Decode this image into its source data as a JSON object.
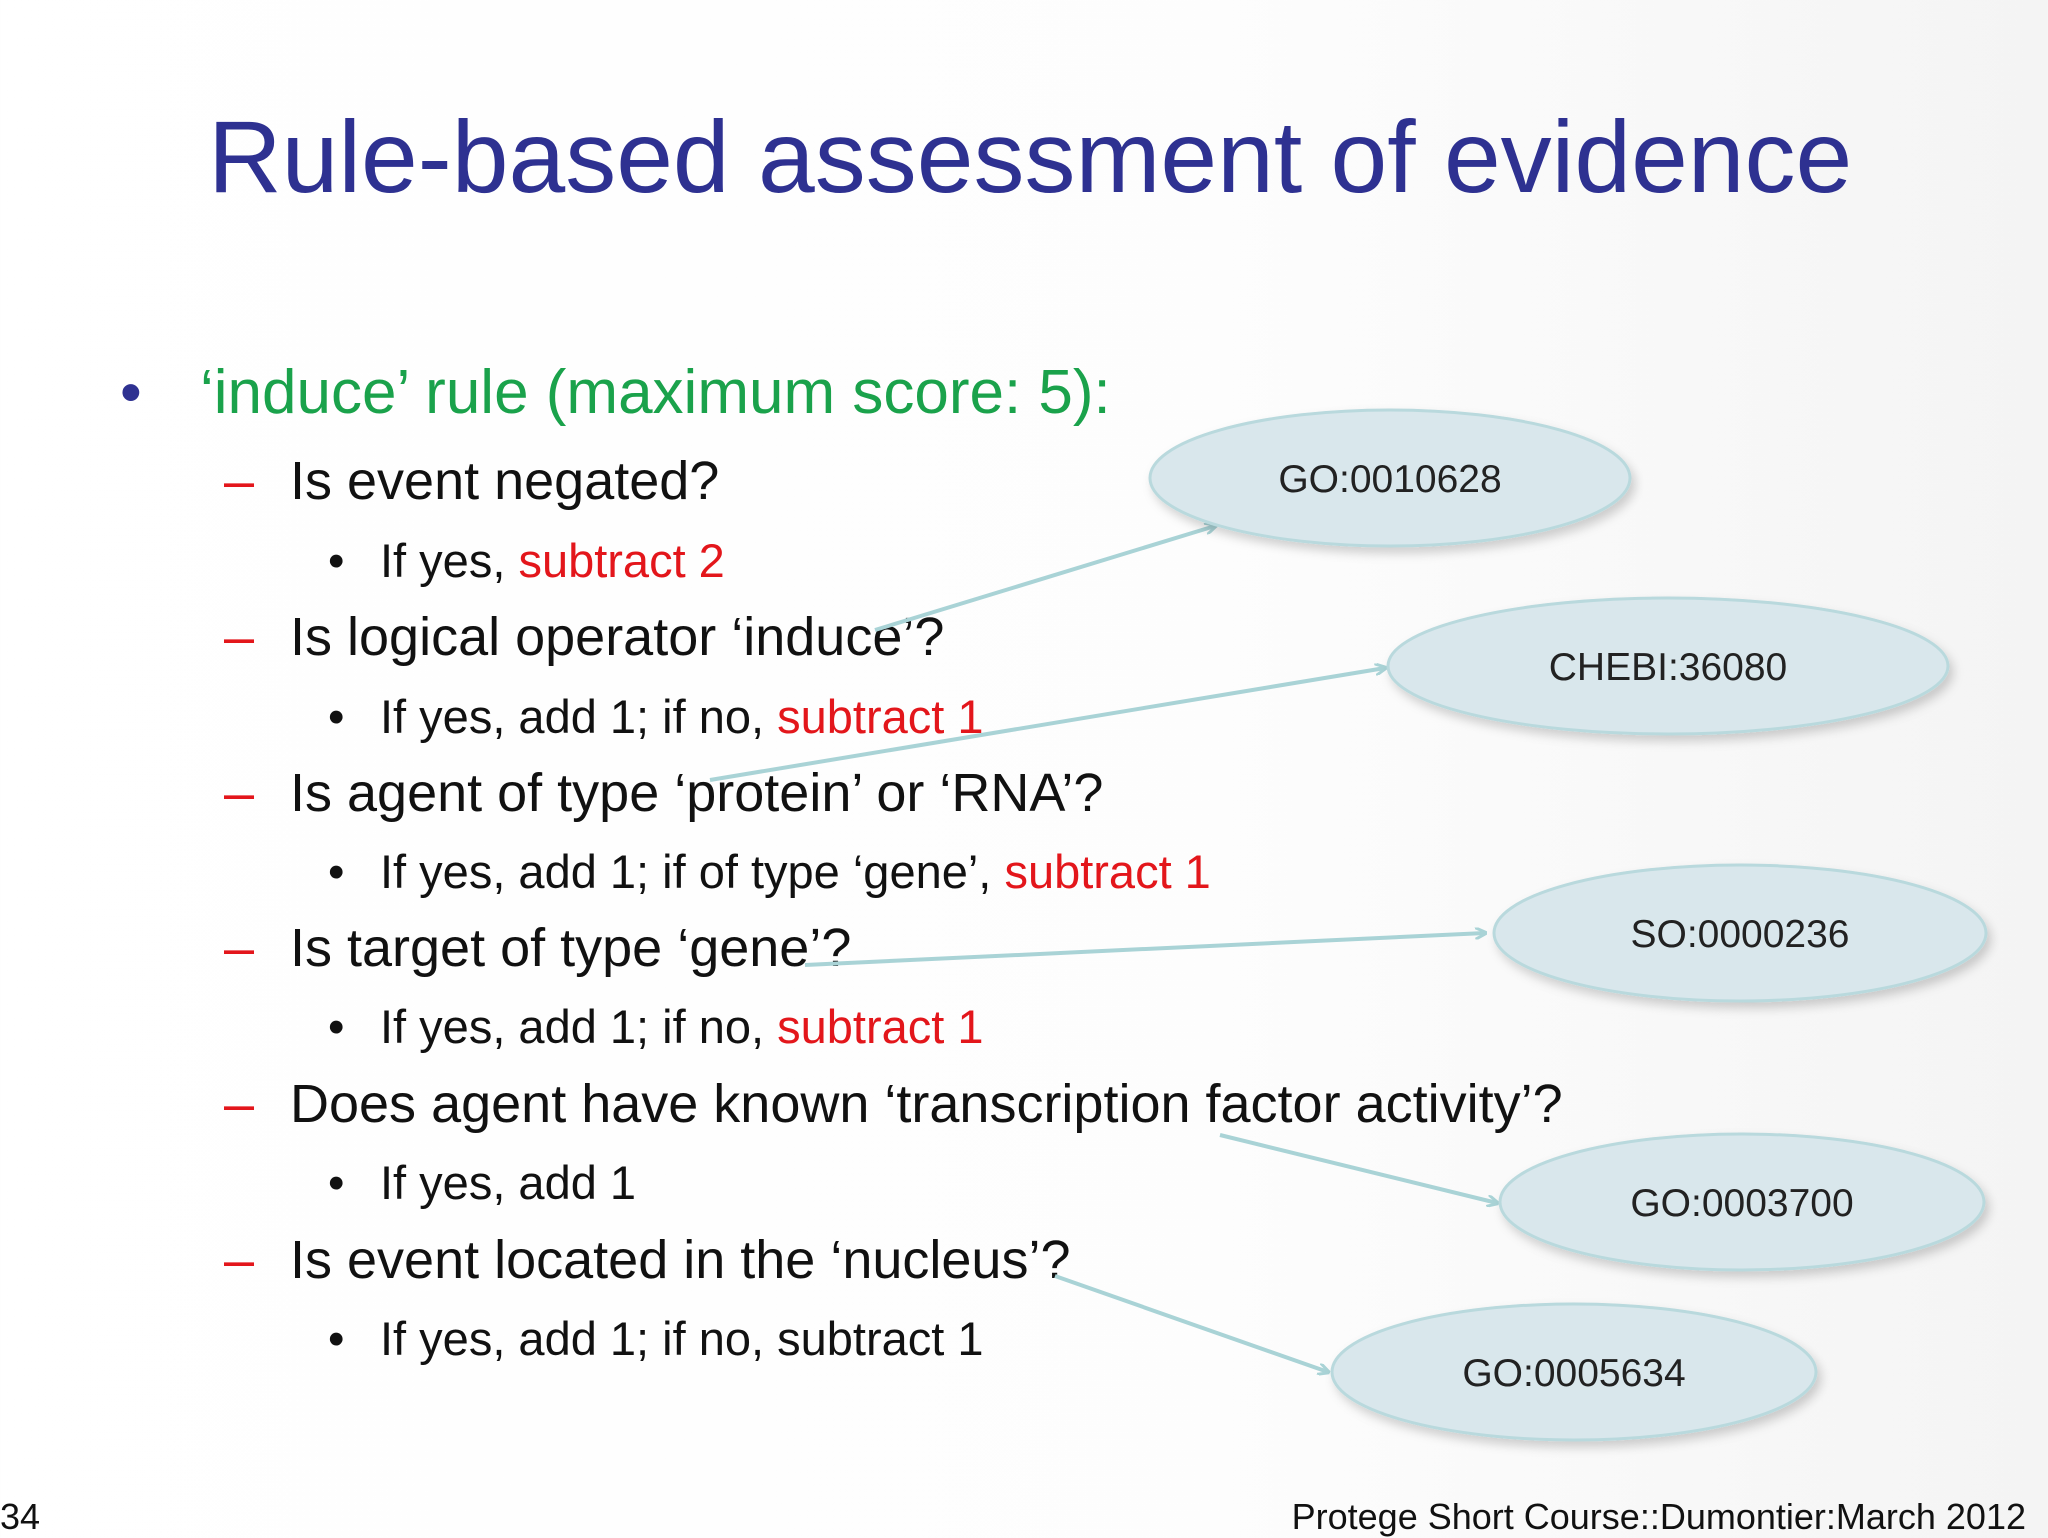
{
  "title": "Rule-based assessment of evidence",
  "colors": {
    "title": "#2e3191",
    "bullet_dot": "#2e3191",
    "rule": "#1aa24b",
    "dash": "#e3161b",
    "emphasis": "#e3161b",
    "node_fill": "#d9e7ec",
    "node_stroke": "#b9d9dd",
    "arrow": "#a9d3d6"
  },
  "rule": {
    "bullet": "•",
    "text": "‘induce’ rule (maximum score: 5):"
  },
  "items": [
    {
      "dash": "–",
      "question": "Is event negated?",
      "action": {
        "bullet": "•",
        "prefix": "If yes, ",
        "emphasis": "subtract 2"
      }
    },
    {
      "dash": "–",
      "question": "Is logical operator ‘induce’?",
      "action": {
        "bullet": "•",
        "prefix": "If yes, add 1; if no, ",
        "emphasis": "subtract 1"
      }
    },
    {
      "dash": "–",
      "question": "Is agent of type ‘protein’ or ‘RNA’?",
      "action": {
        "bullet": "•",
        "prefix": "If yes, add 1; if of type ‘gene’, ",
        "emphasis": "subtract 1"
      }
    },
    {
      "dash": "–",
      "question": "Is target of type ‘gene’?",
      "action": {
        "bullet": "•",
        "prefix": "If yes, add 1; if no, ",
        "emphasis": "subtract 1"
      }
    },
    {
      "dash": "–",
      "question": "Does agent have known ‘transcription factor activity’?",
      "action": {
        "bullet": "•",
        "prefix": "If yes, add 1",
        "emphasis": ""
      }
    },
    {
      "dash": "–",
      "question": "Is event located in the ‘nucleus’?",
      "action": {
        "bullet": "•",
        "prefix": "If yes, add 1; if no, subtract 1",
        "emphasis": ""
      }
    }
  ],
  "ontology_terms": [
    "GO:0010628",
    "CHEBI:36080",
    "SO:0000236",
    "GO:0003700",
    "GO:0005634"
  ],
  "footer": {
    "page_number": "34",
    "course": "Protege Short Course::Dumontier:March 2012"
  }
}
